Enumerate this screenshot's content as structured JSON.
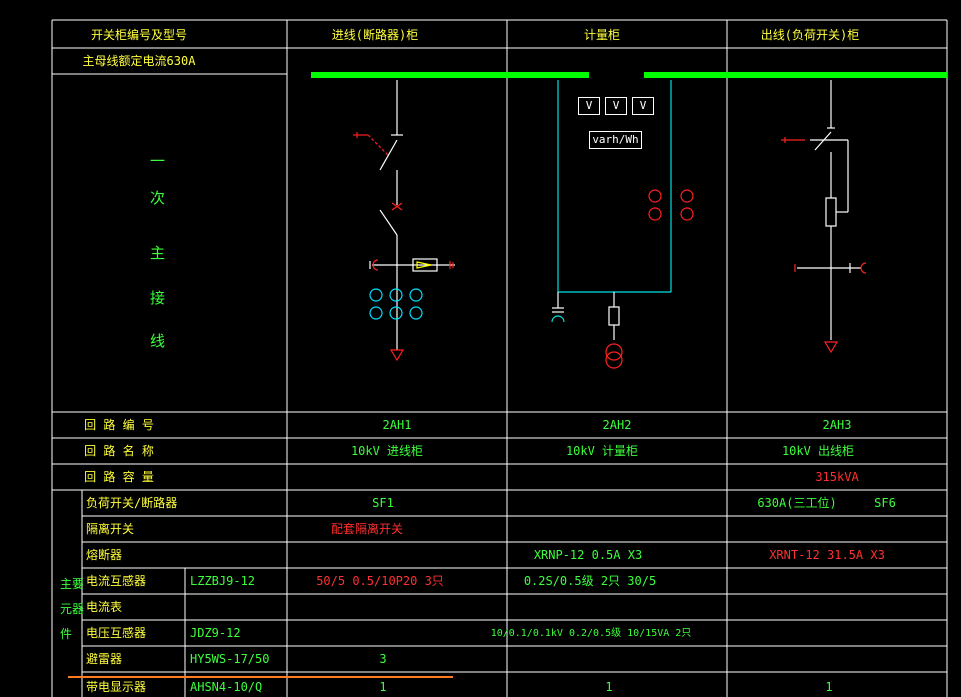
{
  "header": {
    "col_label": "开关柜编号及型号",
    "busbar_rating": "主母线额定电流630A",
    "cabinets": [
      "进线(断路器)柜",
      "计量柜",
      "出线(负荷开关)柜"
    ]
  },
  "primary_wiring_label": [
    "一",
    "次",
    "主",
    "接",
    "线"
  ],
  "meter": {
    "v_labels": [
      "V",
      "V",
      "V"
    ],
    "varh": "varh/Wh"
  },
  "rows": {
    "circuit_no": {
      "label": "回 路 编 号",
      "values": [
        "2AH1",
        "2AH2",
        "2AH3"
      ]
    },
    "circuit_name": {
      "label": "回 路 名 称",
      "values": [
        "10kV  进线柜",
        "10kV  计量柜",
        "10kV  出线柜"
      ]
    },
    "capacity": {
      "label": "回 路 容 量",
      "values": [
        "",
        "",
        "315kVA"
      ]
    }
  },
  "main_components_label": [
    "主要",
    "元器",
    "件"
  ],
  "components": [
    {
      "name": "负荷开关/断路器",
      "model": "",
      "v1": "SF1",
      "v2": "",
      "v3a": "630A(三工位)",
      "v3b": "SF6"
    },
    {
      "name": "隔离开关",
      "model": "",
      "v1": "配套隔离开关",
      "v2": "",
      "v3a": "",
      "v3b": ""
    },
    {
      "name": "熔断器",
      "model": "",
      "v1": "",
      "v2": "XRNP-12  0.5A  X3",
      "v3a": "XRNT-12  31.5A  X3",
      "v3b": ""
    },
    {
      "name": "电流互感器",
      "model": "LZZBJ9-12",
      "v1": "50/5   0.5/10P20  3只",
      "v2": "0.2S/0.5级 2只 30/5",
      "v3a": "",
      "v3b": ""
    },
    {
      "name": "电流表",
      "model": "",
      "v1": "",
      "v2": "",
      "v3a": "",
      "v3b": ""
    },
    {
      "name": "电压互感器",
      "model": "JDZ9-12",
      "v1": "",
      "v2": "10/0.1/0.1kV 0.2/0.5级 10/15VA  2只",
      "v3a": "",
      "v3b": ""
    },
    {
      "name": "避雷器",
      "model": "HY5WS-17/50",
      "v1": "3",
      "v2": "",
      "v3a": "",
      "v3b": ""
    },
    {
      "name": "带电显示器",
      "model": "AHSN4-10/Q",
      "v1": "1",
      "v2": "1",
      "v3a": "1",
      "v3b": ""
    }
  ],
  "colors": {
    "grid": "#ffffff",
    "busbar": "#00ff00",
    "header_text": "#ffff3c",
    "label_text": "#3cff3c",
    "device": "#ff2020",
    "wire": "#ffffff",
    "cyan": "#00e0e0"
  }
}
